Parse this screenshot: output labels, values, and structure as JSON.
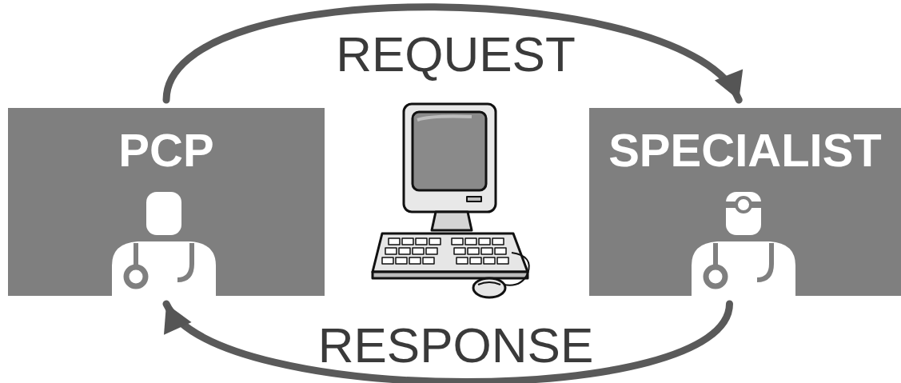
{
  "diagram": {
    "nodes": [
      {
        "text": [
          "PCP"
        ]
      },
      {
        "text": [
          "SPECIALIST"
        ]
      }
    ],
    "edges": [
      {
        "from": 0,
        "to": 1,
        "arrow": "to",
        "label": "REQUEST"
      },
      {
        "from": 1,
        "to": 0,
        "arrow": "to",
        "label": "RESPONSE"
      }
    ]
  }
}
